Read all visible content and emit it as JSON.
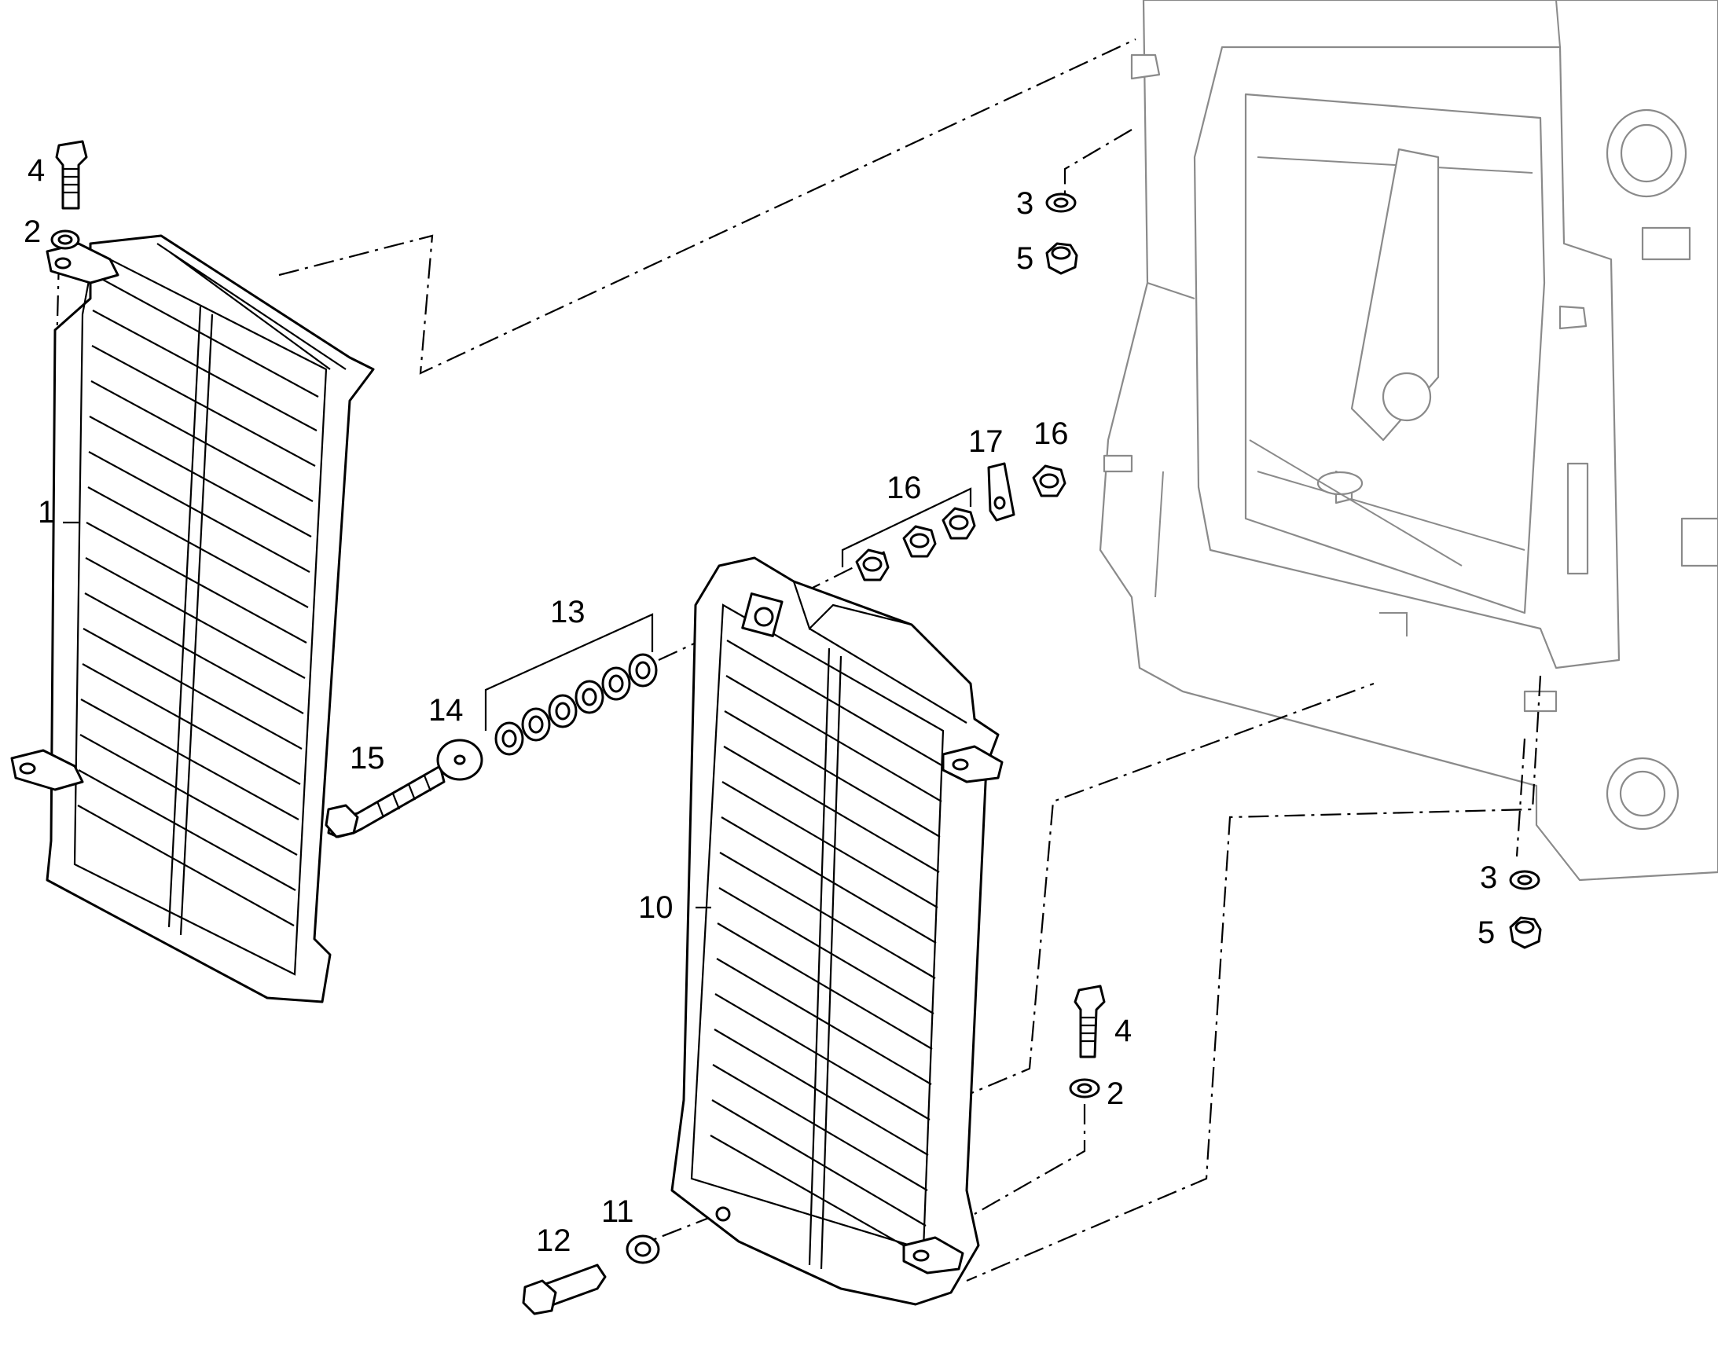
{
  "callouts": {
    "c1": "1",
    "c2a": "2",
    "c2b": "2",
    "c3a": "3",
    "c3b": "3",
    "c4a": "4",
    "c4b": "4",
    "c5a": "5",
    "c5b": "5",
    "c10": "10",
    "c11": "11",
    "c12": "12",
    "c13": "13",
    "c14": "14",
    "c15": "15",
    "c16a": "16",
    "c16b": "16",
    "c17": "17"
  }
}
